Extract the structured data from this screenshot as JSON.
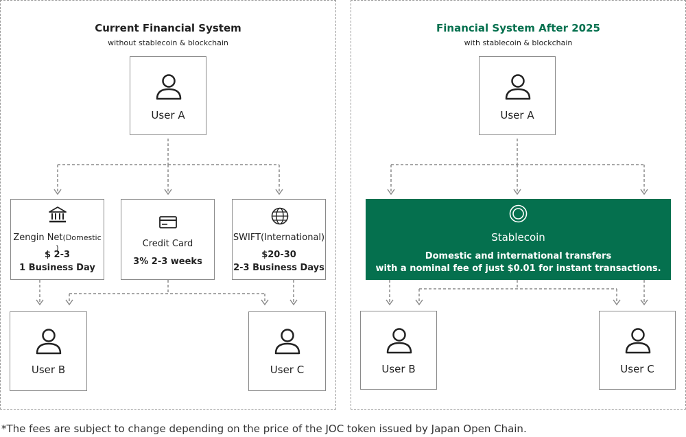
{
  "left": {
    "title": "Current Financial System",
    "subtitle": "without stablecoin & blockchain",
    "user_a": "User A",
    "user_b": "User B",
    "user_c": "User C",
    "zengin": {
      "name": "Zengin Net",
      "qualifier": "(Domestic )",
      "fee": "$ 2-3",
      "time": "1 Business Day",
      "icon": "bank-icon"
    },
    "credit": {
      "name": "Credit Card",
      "fee_time": "3%  2-3 weeks",
      "icon": "credit-card-icon"
    },
    "swift": {
      "name": "SWIFT(International)",
      "fee": "$20-30",
      "time": "2-3 Business Days",
      "icon": "globe-icon"
    }
  },
  "right": {
    "title": "Financial System After 2025",
    "subtitle": "with stablecoin & blockchain",
    "user_a": "User A",
    "user_b": "User B",
    "user_c": "User C",
    "stablecoin": {
      "name": "Stablecoin",
      "line1": "Domestic and international transfers",
      "line2": "with a nominal fee of just $0.01 for instant transactions.",
      "icon": "coin-icon"
    }
  },
  "footnote": "*The fees are subject to change depending on the price of the JOC token issued by Japan Open Chain.",
  "colors": {
    "accent": "#05704e",
    "border": "#8a8a8a",
    "dash": "#9a9a9a",
    "text": "#222222"
  }
}
